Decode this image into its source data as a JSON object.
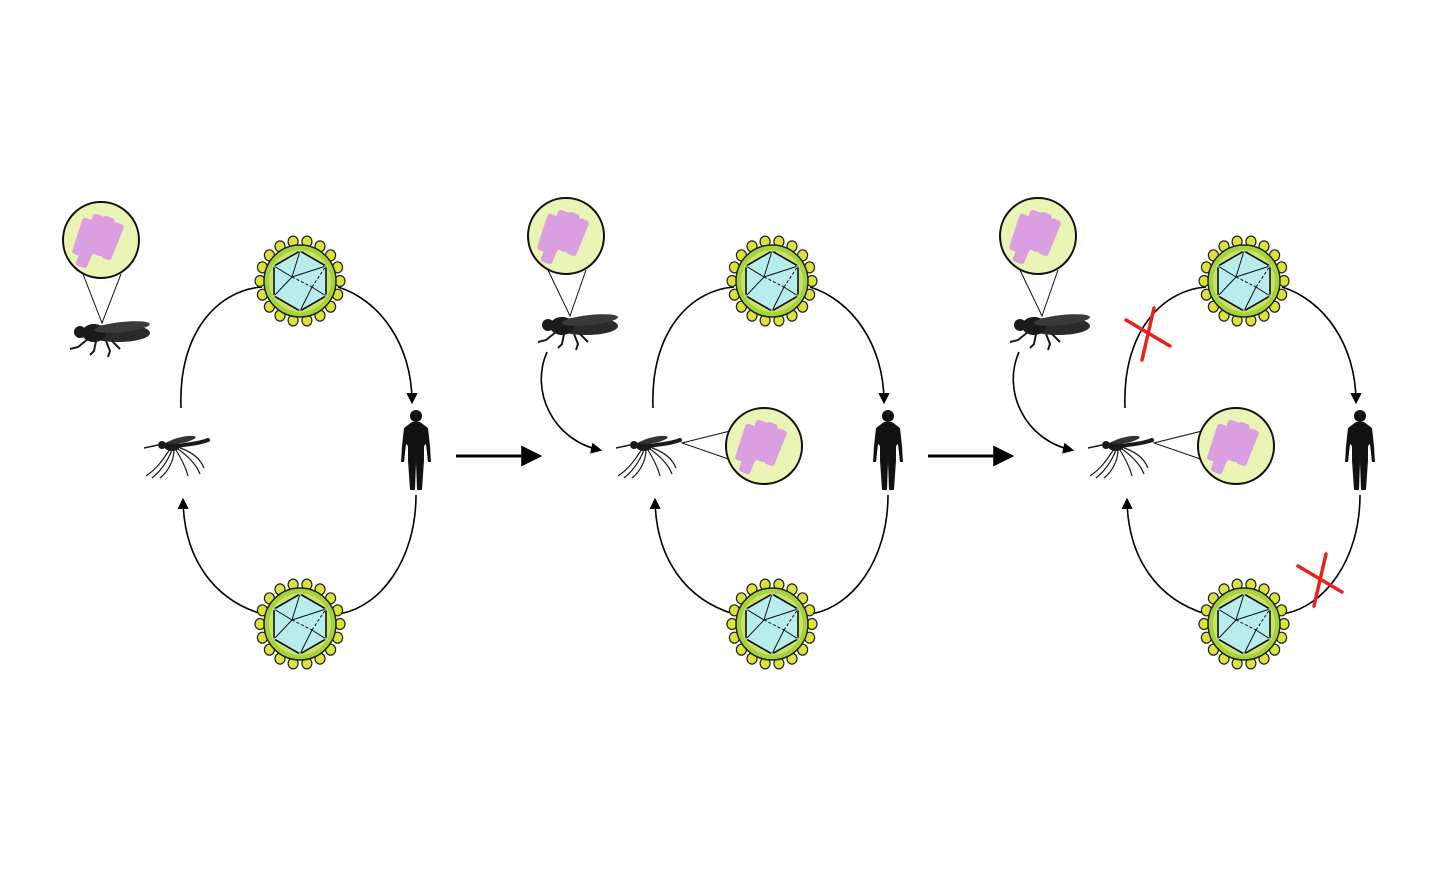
{
  "panels": [
    {
      "id": "panel-1",
      "fly_bacteria_callout": true,
      "mosquito_bacteria_callout": false,
      "blocked_transmission": false
    },
    {
      "id": "panel-2",
      "fly_bacteria_callout": true,
      "mosquito_bacteria_callout": true,
      "blocked_transmission": false
    },
    {
      "id": "panel-3",
      "fly_bacteria_callout": true,
      "mosquito_bacteria_callout": true,
      "blocked_transmission": true
    }
  ],
  "colors": {
    "virus_capsid_fill": "#b9ecec",
    "virus_envelope": "#a6d23a",
    "virus_spike": "#d9e33a",
    "bacteria_circle_fill": "#eaf5b5",
    "bacteria_rods": "#d99be3",
    "silhouette": "#1a1a1a",
    "block_mark": "#e8231e",
    "arrow": "#000000"
  },
  "icons": [
    "fly-icon",
    "mosquito-icon",
    "human-icon",
    "virus-icon",
    "bacteria-callout-icon",
    "block-x-icon",
    "arrow-icon"
  ]
}
